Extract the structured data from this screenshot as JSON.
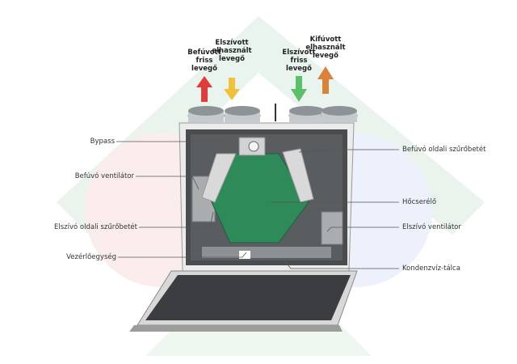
{
  "top_labels": [
    {
      "lines": [
        "Befúvott",
        "friss",
        "levegő"
      ],
      "arrow_color": "#e03c3c",
      "direction": "up"
    },
    {
      "lines": [
        "Elszívott",
        "elhasznált",
        "levegő"
      ],
      "arrow_color": "#f2c13a",
      "direction": "down"
    },
    {
      "lines": [
        "Elszívott",
        "friss",
        "levegő"
      ],
      "arrow_color": "#5cc06a",
      "direction": "down"
    },
    {
      "lines": [
        "Kifúvott",
        "elhasznált",
        "levegő"
      ],
      "arrow_color": "#d9823a",
      "direction": "up"
    }
  ],
  "left_labels": [
    "Bypass",
    "Befúvó ventilátor",
    "Elszívó oldali szűrőbetét",
    "Vezérlőegység"
  ],
  "right_labels": [
    "Befúvó oldali szűrőbetét",
    "Hőcserélő",
    "Elszívó ventilátor",
    "Kondenzvíz-tálca"
  ],
  "colors": {
    "heat_exchanger": "#2f8a5a",
    "watermark_green": "#e6f2ea",
    "watermark_red": "#fbe7e7",
    "cabinet": "#e9e9e9"
  }
}
